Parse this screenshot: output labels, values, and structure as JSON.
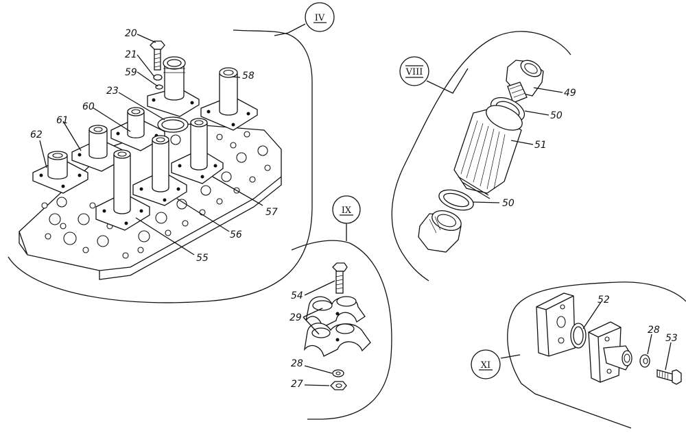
{
  "title": "",
  "views": [
    {
      "id": "IV",
      "label": "IV"
    },
    {
      "id": "VIII",
      "label": "VIII"
    },
    {
      "id": "IX",
      "label": "IX"
    },
    {
      "id": "XI",
      "label": "XI"
    }
  ],
  "callouts": {
    "c20": "20",
    "c21": "21",
    "c59": "59",
    "c58": "58",
    "c23": "23",
    "c60": "60",
    "c61": "61",
    "c62": "62",
    "c57": "57",
    "c56": "56",
    "c55": "55",
    "c49": "49",
    "c50a": "50",
    "c51": "51",
    "c50b": "50",
    "c54": "54",
    "c29": "29",
    "c28a": "28",
    "c27": "27",
    "c52": "52",
    "c28b": "28",
    "c53": "53"
  }
}
